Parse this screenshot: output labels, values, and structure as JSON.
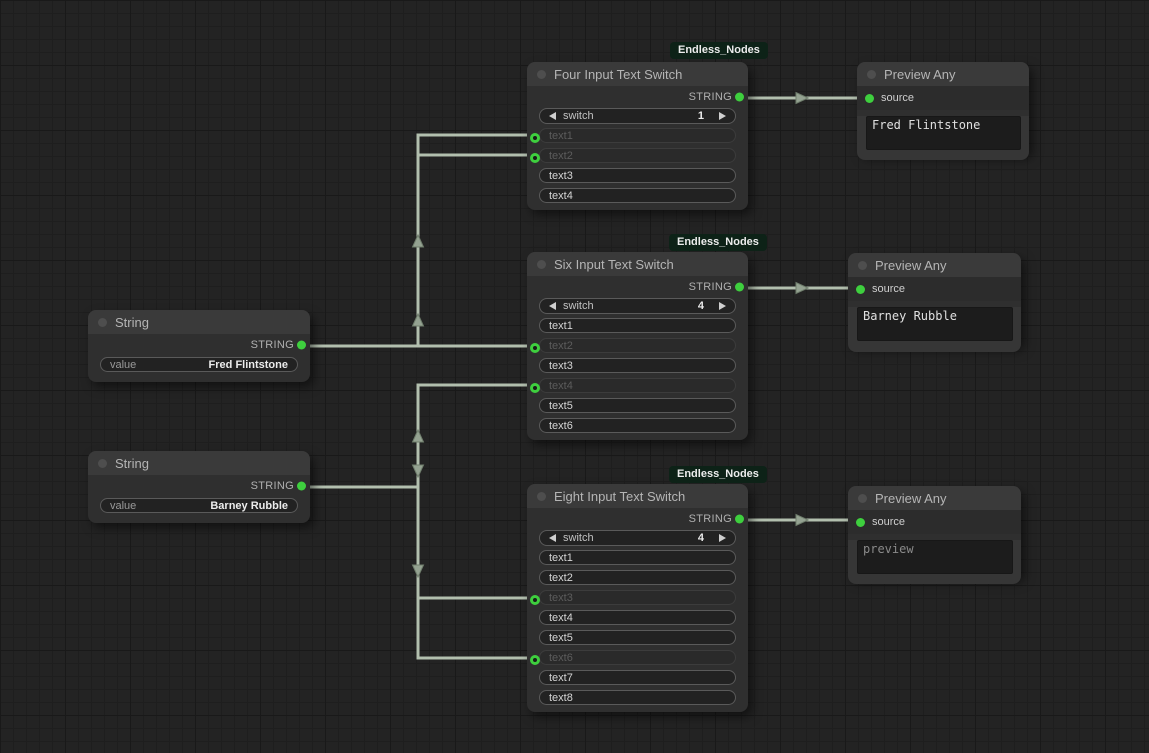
{
  "nodes": {
    "string1": {
      "title": "String",
      "output_label": "STRING",
      "value_label": "value",
      "value": "Fred Flintstone"
    },
    "string2": {
      "title": "String",
      "output_label": "STRING",
      "value_label": "value",
      "value": "Barney Rubble"
    },
    "switch4": {
      "badge": "Endless_Nodes",
      "title": "Four Input Text Switch",
      "output_label": "STRING",
      "switch_label": "switch",
      "switch_value": "1",
      "rows": [
        {
          "label": "text1",
          "input": true
        },
        {
          "label": "text2",
          "input": true
        },
        {
          "label": "text3",
          "input": false
        },
        {
          "label": "text4",
          "input": false
        }
      ]
    },
    "switch6": {
      "badge": "Endless_Nodes",
      "title": "Six Input Text Switch",
      "output_label": "STRING",
      "switch_label": "switch",
      "switch_value": "4",
      "rows": [
        {
          "label": "text1",
          "input": false
        },
        {
          "label": "text2",
          "input": true
        },
        {
          "label": "text3",
          "input": false
        },
        {
          "label": "text4",
          "input": true
        },
        {
          "label": "text5",
          "input": false
        },
        {
          "label": "text6",
          "input": false
        }
      ]
    },
    "switch8": {
      "badge": "Endless_Nodes",
      "title": "Eight Input Text Switch",
      "output_label": "STRING",
      "switch_label": "switch",
      "switch_value": "4",
      "rows": [
        {
          "label": "text1",
          "input": false
        },
        {
          "label": "text2",
          "input": false
        },
        {
          "label": "text3",
          "input": true
        },
        {
          "label": "text4",
          "input": false
        },
        {
          "label": "text5",
          "input": false
        },
        {
          "label": "text6",
          "input": true
        },
        {
          "label": "text7",
          "input": false
        },
        {
          "label": "text8",
          "input": false
        }
      ]
    },
    "preview1": {
      "title": "Preview Any",
      "input_label": "source",
      "content": "Fred Flintstone"
    },
    "preview2": {
      "title": "Preview Any",
      "input_label": "source",
      "content": "Barney Rubble"
    },
    "preview3": {
      "title": "Preview Any",
      "input_label": "source",
      "content": "preview"
    }
  },
  "icons": {
    "switch-prev-icon": "left-triangle",
    "switch-next-icon": "right-triangle",
    "node-collapse-icon": "gray-dot"
  },
  "colors": {
    "slot_green": "#3ecf3e",
    "wire": "#b2bfae",
    "badge_bg": "#0d2217",
    "canvas_bg": "#232323"
  }
}
